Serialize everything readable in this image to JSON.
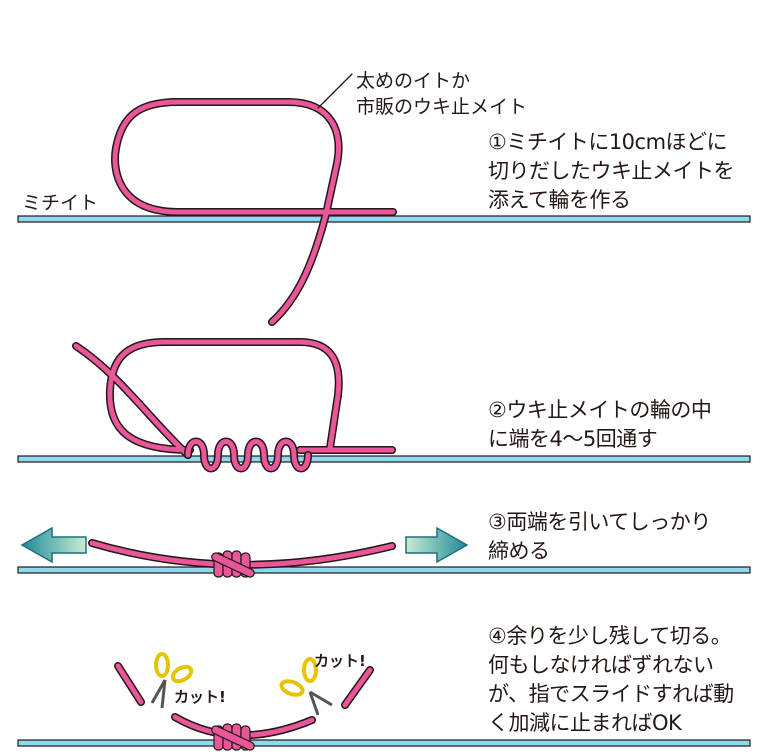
{
  "colors": {
    "cord": "#e9579a",
    "line": "#8fd9ef",
    "outline": "#231815",
    "arrow": "#2f9a8f",
    "scissors": "#f0d020"
  },
  "labels": {
    "main_line": "ミチイト",
    "thick_line_1": "太めのイトか",
    "thick_line_2": "市販のウキ止メイト",
    "cut": "カット!"
  },
  "steps": [
    {
      "lines": [
        "①ミチイトに10cmほどに",
        "切りだしたウキ止メイトを",
        "添えて輪を作る"
      ]
    },
    {
      "lines": [
        "②ウキ止メイトの輪の中",
        "に端を4〜5回通す"
      ]
    },
    {
      "lines": [
        "③両端を引いてしっかり",
        "締める"
      ]
    },
    {
      "lines": [
        "④余りを少し残して切る。",
        "何もしなければずれない",
        "が、指でスライドすれば動",
        "く加減に止まればOK"
      ]
    }
  ]
}
